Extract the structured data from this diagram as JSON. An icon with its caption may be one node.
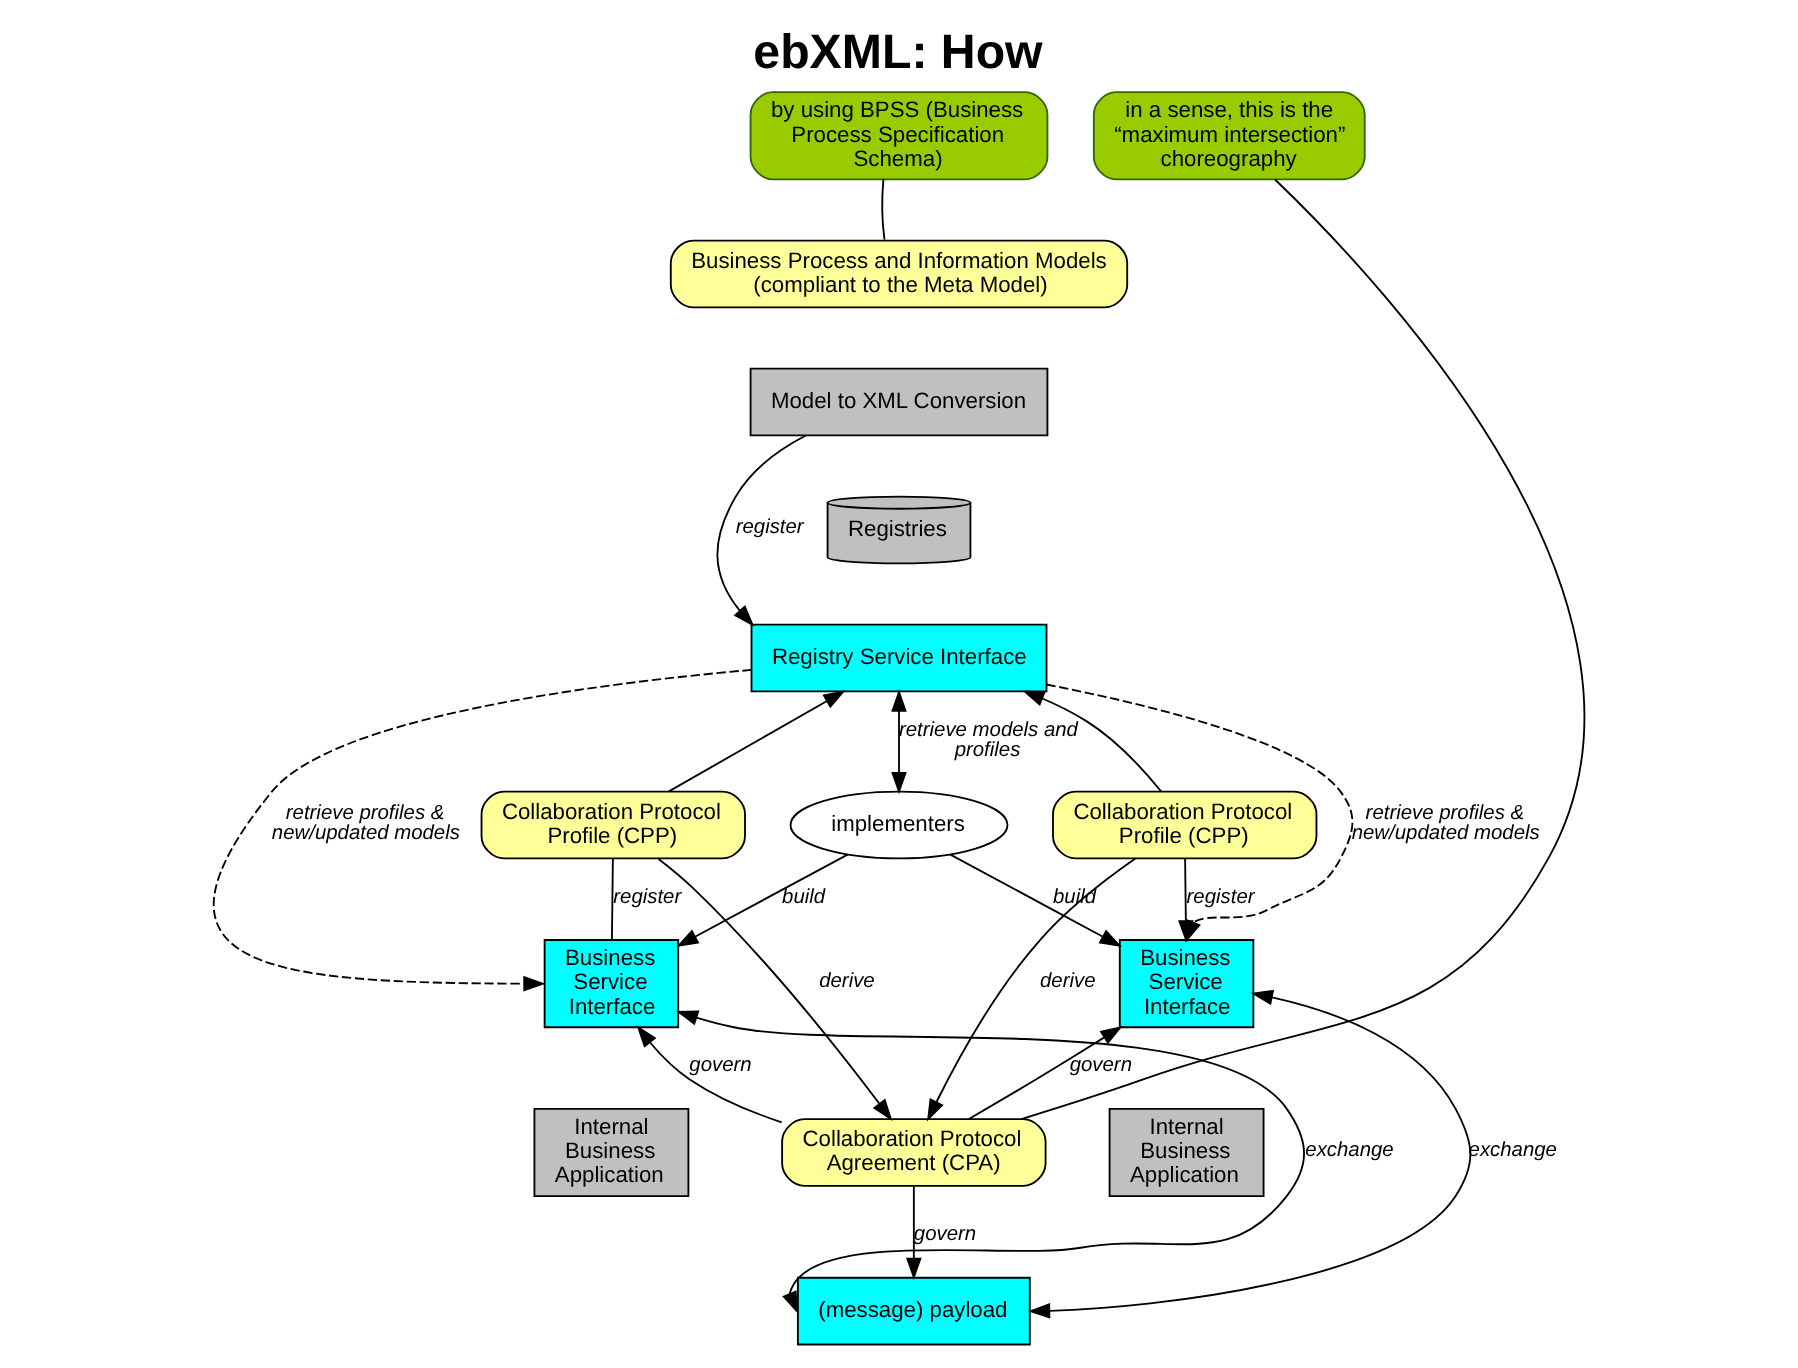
{
  "diagram": {
    "title": "ebXML: How",
    "nodes": [
      {
        "text": [
          "by using BPSS (Business Process Specification Schema)"
        ]
      },
      {
        "text": [
          "Business Process and Information Models (compliant to the Meta Model)"
        ]
      },
      {
        "text": [
          "Model to XML Conversion"
        ]
      },
      {
        "text": [
          "Registries"
        ]
      },
      {
        "text": [
          "Registry Service Interface"
        ]
      },
      {
        "text": [
          "Collaboration Protocol Profile (CPP)"
        ]
      },
      {
        "text": [
          "Collaboration Protocol Profile (CPP)"
        ]
      },
      {
        "text": [
          "Business Service Interface"
        ]
      },
      {
        "text": [
          "Internal Business Application"
        ]
      },
      {
        "text": [
          "implementers"
        ]
      },
      {
        "text": [
          "Business Service Interface"
        ]
      },
      {
        "text": [
          "Internal Business Application"
        ]
      },
      {
        "text": [
          "Collaboration Protocol Agreement (CPA)"
        ]
      },
      {
        "text": [
          "(message) payload"
        ]
      },
      {
        "text": [
          "in a sense, this is the “maximum intersection” choreography"
        ]
      }
    ],
    "edges": [
      {
        "from": 0,
        "to": 1,
        "arrow": "none"
      },
      {
        "from": 2,
        "to": 4,
        "arrow": "to",
        "label": "register"
      },
      {
        "from": 4,
        "to": 7,
        "arrow": "to",
        "label": "retrieve profiles & new/updated models",
        "style": "dashed"
      },
      {
        "from": 4,
        "to": 10,
        "arrow": "to",
        "label": "retrieve profiles & new/updated models",
        "style": "dashed"
      },
      {
        "from": 5,
        "to": 4,
        "arrow": "to"
      },
      {
        "from": 6,
        "to": 4,
        "arrow": "to"
      },
      {
        "from": 4,
        "to": 9,
        "arrow": "both",
        "label": "retrieve models and profiles"
      },
      {
        "from": 5,
        "to": 7,
        "arrow": "none",
        "label": "register"
      },
      {
        "from": 6,
        "to": 10,
        "arrow": "to",
        "label": "register"
      },
      {
        "from": 9,
        "to": 7,
        "arrow": "to",
        "label": "build"
      },
      {
        "from": 9,
        "to": 10,
        "arrow": "to",
        "label": "build"
      },
      {
        "from": 12,
        "to": 7,
        "arrow": "to",
        "label": "govern"
      },
      {
        "from": 12,
        "to": 10,
        "arrow": "to",
        "label": "govern"
      },
      {
        "from": 13,
        "to": 7,
        "arrow": "both",
        "label": "exchange"
      },
      {
        "from": 13,
        "to": 10,
        "arrow": "both",
        "label": "exchange"
      },
      {
        "from": 5,
        "to": 12,
        "arrow": "to",
        "label": "derive"
      },
      {
        "from": 6,
        "to": 12,
        "arrow": "to",
        "label": "derive"
      },
      {
        "from": 12,
        "to": 13,
        "arrow": "to",
        "label": "govern"
      },
      {
        "from": 14,
        "to": 12,
        "arrow": "none"
      }
    ]
  }
}
